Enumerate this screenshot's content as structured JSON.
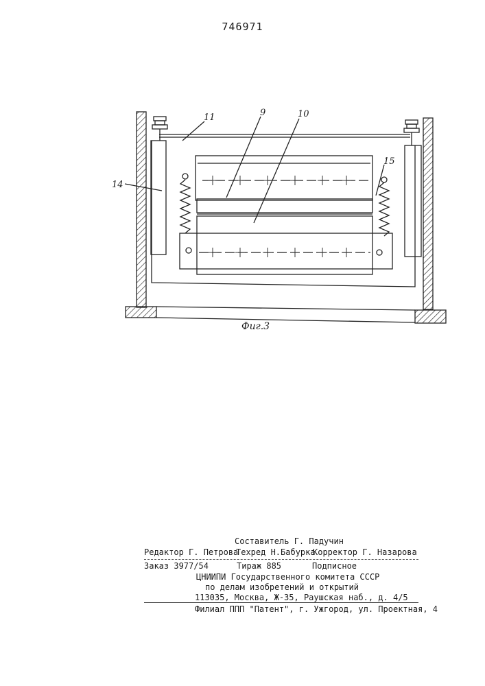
{
  "patent": {
    "number": "746971"
  },
  "figure": {
    "label": "Фиг.3",
    "callouts": [
      "11",
      "9",
      "10",
      "14",
      "15"
    ]
  },
  "colophon": {
    "compiler": "Составитель Г. Падучин",
    "editor": "Редактор Г. Петрова",
    "techred": "Техред Н.Бабурка",
    "corrector": "Корректор  Г. Назарова",
    "order": "Заказ 3977/54",
    "circulation": "Тираж 885",
    "subscription": "Подписное",
    "institute": "ЦНИИПИ Государственного комитета СССР",
    "affairs": "по делам изобретений и открытий",
    "address": "113035, Москва, Ж-35, Раушская наб., д. 4/5",
    "branch": "Филиал ППП \"Патент\", г. Ужгород, ул. Проектная, 4"
  }
}
